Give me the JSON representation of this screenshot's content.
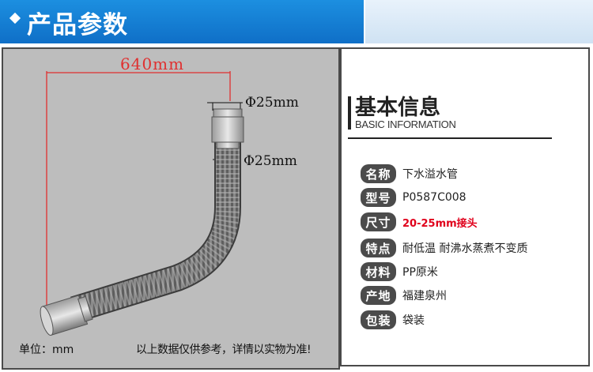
{
  "header": {
    "title": "产品参数",
    "icon": "diamond-icon",
    "colors": {
      "blue": "#1577d0",
      "light": "#dbe9f6"
    }
  },
  "product": {
    "dimension_length": "640mm",
    "dimension_top_diameter": "Φ25mm",
    "dimension_hose_diameter": "Φ25mm",
    "unit_label": "单位：mm",
    "disclaimer": "以上数据仅供参考，详情以实物为准!",
    "colors": {
      "background": "#bdbdbd",
      "dimension_line": "#e03030"
    }
  },
  "info": {
    "title": "基本信息",
    "subtitle": "BASIC INFORMATION",
    "specs": [
      {
        "key": "名称",
        "value": "下水溢水管"
      },
      {
        "key": "型号",
        "value": "P0587C008"
      },
      {
        "key": "尺寸",
        "value": "20-25mm接头",
        "highlight": true
      },
      {
        "key": "特点",
        "value": "耐低温  耐沸水蒸煮不变质"
      },
      {
        "key": "材料",
        "value": "PP原米"
      },
      {
        "key": "产地",
        "value": "福建泉州"
      },
      {
        "key": "包装",
        "value": "袋装"
      }
    ],
    "colors": {
      "key_bg": "#4b4b4b",
      "highlight": "#e0001b"
    }
  }
}
